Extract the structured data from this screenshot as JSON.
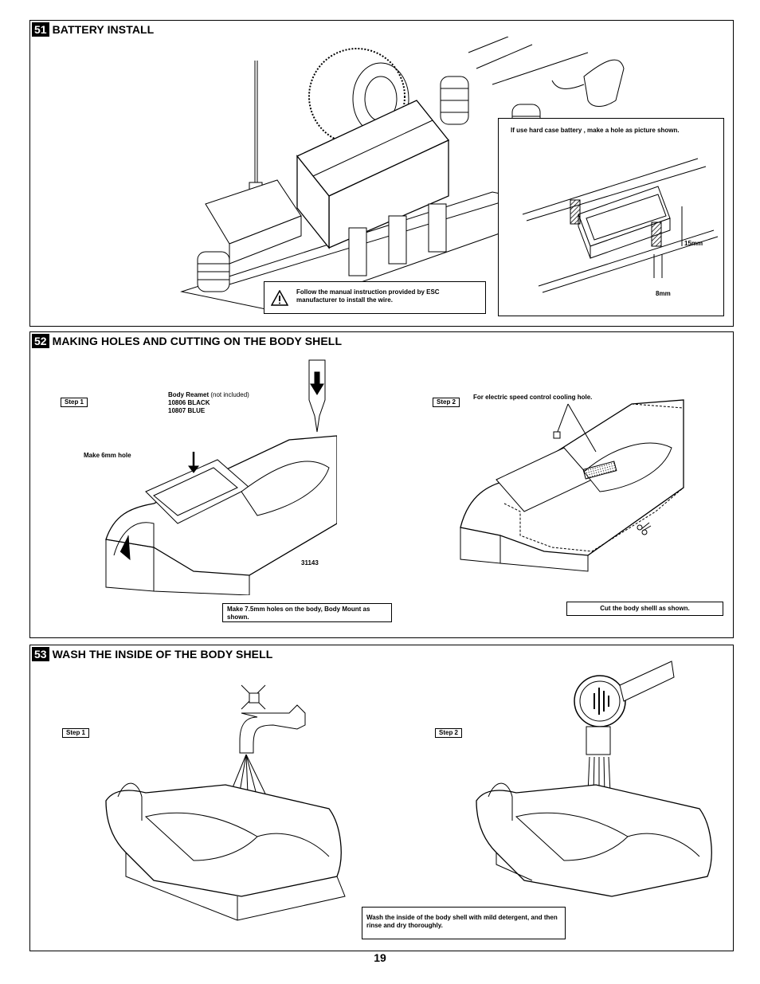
{
  "sections": [
    {
      "number": "51",
      "title": "BATTERY INSTALL",
      "warning": "Follow the manual instruction provided by ESC manufacturer to install the wire.",
      "inset_note": "If use hard case battery , make a hole as picture shown.",
      "dim_height": "15mm",
      "dim_width": "8mm"
    },
    {
      "number": "52",
      "title": "MAKING HOLES AND CUTTING ON THE BODY SHELL",
      "step1": "Step 1",
      "step2": "Step 2",
      "reamer_name": "Body Reamet",
      "reamer_note": "(not included)",
      "reamer_black": "10806 BLACK",
      "reamer_blue": "10807 BLUE",
      "hole_label": "Make 6mm hole",
      "part_number": "31143",
      "cooling_note": "For electric speed control cooling hole.",
      "holes_instruction": "Make 7.5mm holes on the body, Body Mount as shown.",
      "cut_instruction": "Cut the body shelll as shown."
    },
    {
      "number": "53",
      "title": "WASH THE INSIDE OF THE BODY SHELL",
      "step1": "Step 1",
      "step2": "Step 2",
      "wash_instruction": "Wash the inside of the body shell with mild detergent, and then rinse and dry thoroughly."
    }
  ],
  "page_number": "19"
}
